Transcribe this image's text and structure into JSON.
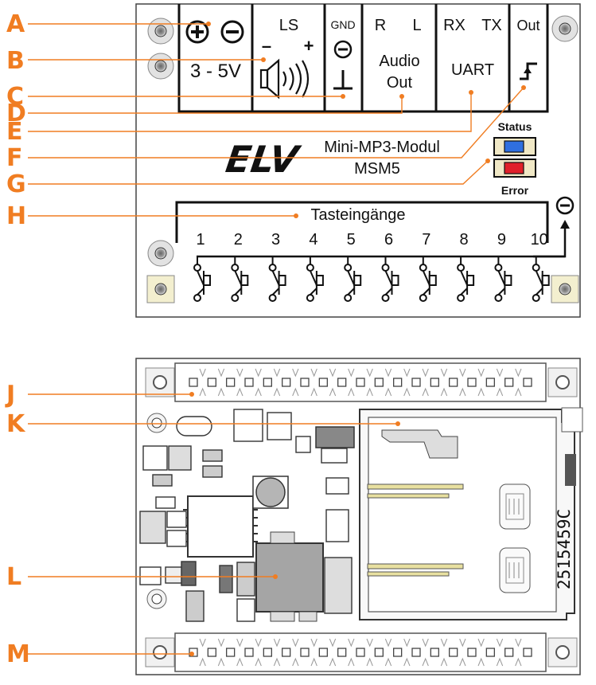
{
  "callouts": [
    {
      "letter": "A"
    },
    {
      "letter": "B"
    },
    {
      "letter": "C"
    },
    {
      "letter": "D"
    },
    {
      "letter": "E"
    },
    {
      "letter": "F"
    },
    {
      "letter": "G"
    },
    {
      "letter": "H"
    },
    {
      "letter": "J"
    },
    {
      "letter": "K"
    },
    {
      "letter": "L"
    },
    {
      "letter": "M"
    }
  ],
  "top_board": {
    "power": {
      "range": "3 - 5V"
    },
    "ls": {
      "label": "LS",
      "minus": "–",
      "plus": "+"
    },
    "gnd": {
      "label": "GND"
    },
    "audio": {
      "r": "R",
      "l": "L",
      "line1": "Audio",
      "line2": "Out"
    },
    "uart": {
      "rx": "RX",
      "tx": "TX",
      "label": "UART"
    },
    "out": {
      "label": "Out"
    },
    "brand": "ELV",
    "module_name": "Mini-MP3-Modul",
    "module_id": "MSM5",
    "status_led": "Status",
    "error_led": "Error",
    "inputs_label": "Tasteingänge",
    "buttons": [
      "1",
      "2",
      "3",
      "4",
      "5",
      "6",
      "7",
      "8",
      "9",
      "10"
    ],
    "led_colors": {
      "status": "#2f6fe0",
      "error": "#e0202a"
    }
  },
  "bottom_board": {
    "serial": "2515459C"
  },
  "colors": {
    "callout": "#f07d22",
    "outline": "#111111",
    "board": "#ffffff",
    "pad": "#cccccc"
  }
}
